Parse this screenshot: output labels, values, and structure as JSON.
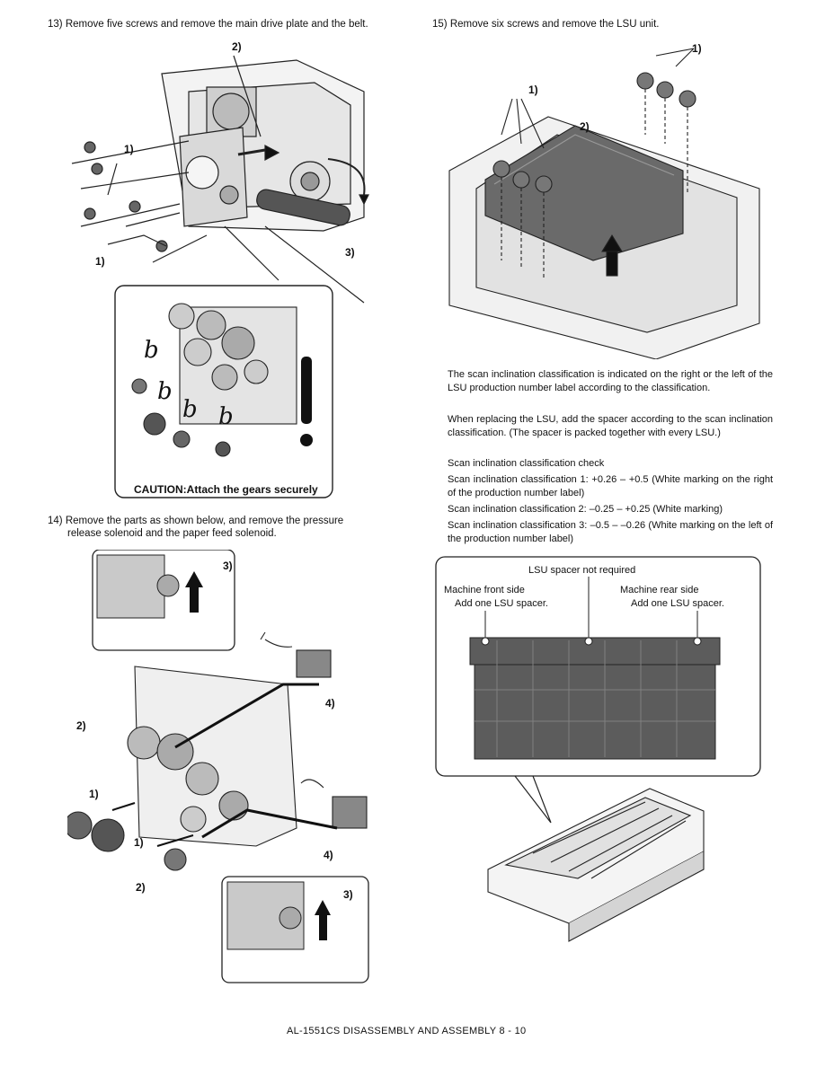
{
  "steps": {
    "s13": "13) Remove five screws and remove the main drive plate and the belt.",
    "s14_line1": "14) Remove the parts as shown below, and remove the pressure",
    "s14_line2": "release solenoid and the paper feed solenoid.",
    "s15": "15) Remove six screws and remove the LSU unit."
  },
  "figure13": {
    "labels": [
      "2)",
      "1)",
      "1)",
      "3)"
    ],
    "caution": "CAUTION:Attach the gears securely"
  },
  "figure14": {
    "labels": [
      "3)",
      "4)",
      "2)",
      "1)",
      "1)",
      "4)",
      "2)",
      "3)"
    ]
  },
  "figure15": {
    "labels": [
      "1)",
      "1)",
      "2)"
    ]
  },
  "lsu_text": {
    "p1": "The scan inclination classification is indicated on the right or the left of the LSU production number label according to the classification.",
    "p2": "When replacing the LSU, add the spacer according to the scan inclination classification. (The spacer is packed together with every LSU.)",
    "p3": "Scan inclination classification check",
    "p4": "Scan inclination classification 1: +0.26 – +0.5 (White marking on the right of the production number label)",
    "p5": "Scan inclination classification 2: –0.25 – +0.25 (White marking)",
    "p6": "Scan inclination classification 3: –0.5 – –0.26 (White marking on the left of the production number label)"
  },
  "spacer_figure": {
    "top": "LSU spacer not required",
    "front_title": "Machine front side",
    "front_add": "Add one LSU spacer.",
    "rear_title": "Machine rear side",
    "rear_add": "Add one LSU spacer."
  },
  "footer": "AL-1551CS DISASSEMBLY AND ASSEMBLY 8 - 10"
}
